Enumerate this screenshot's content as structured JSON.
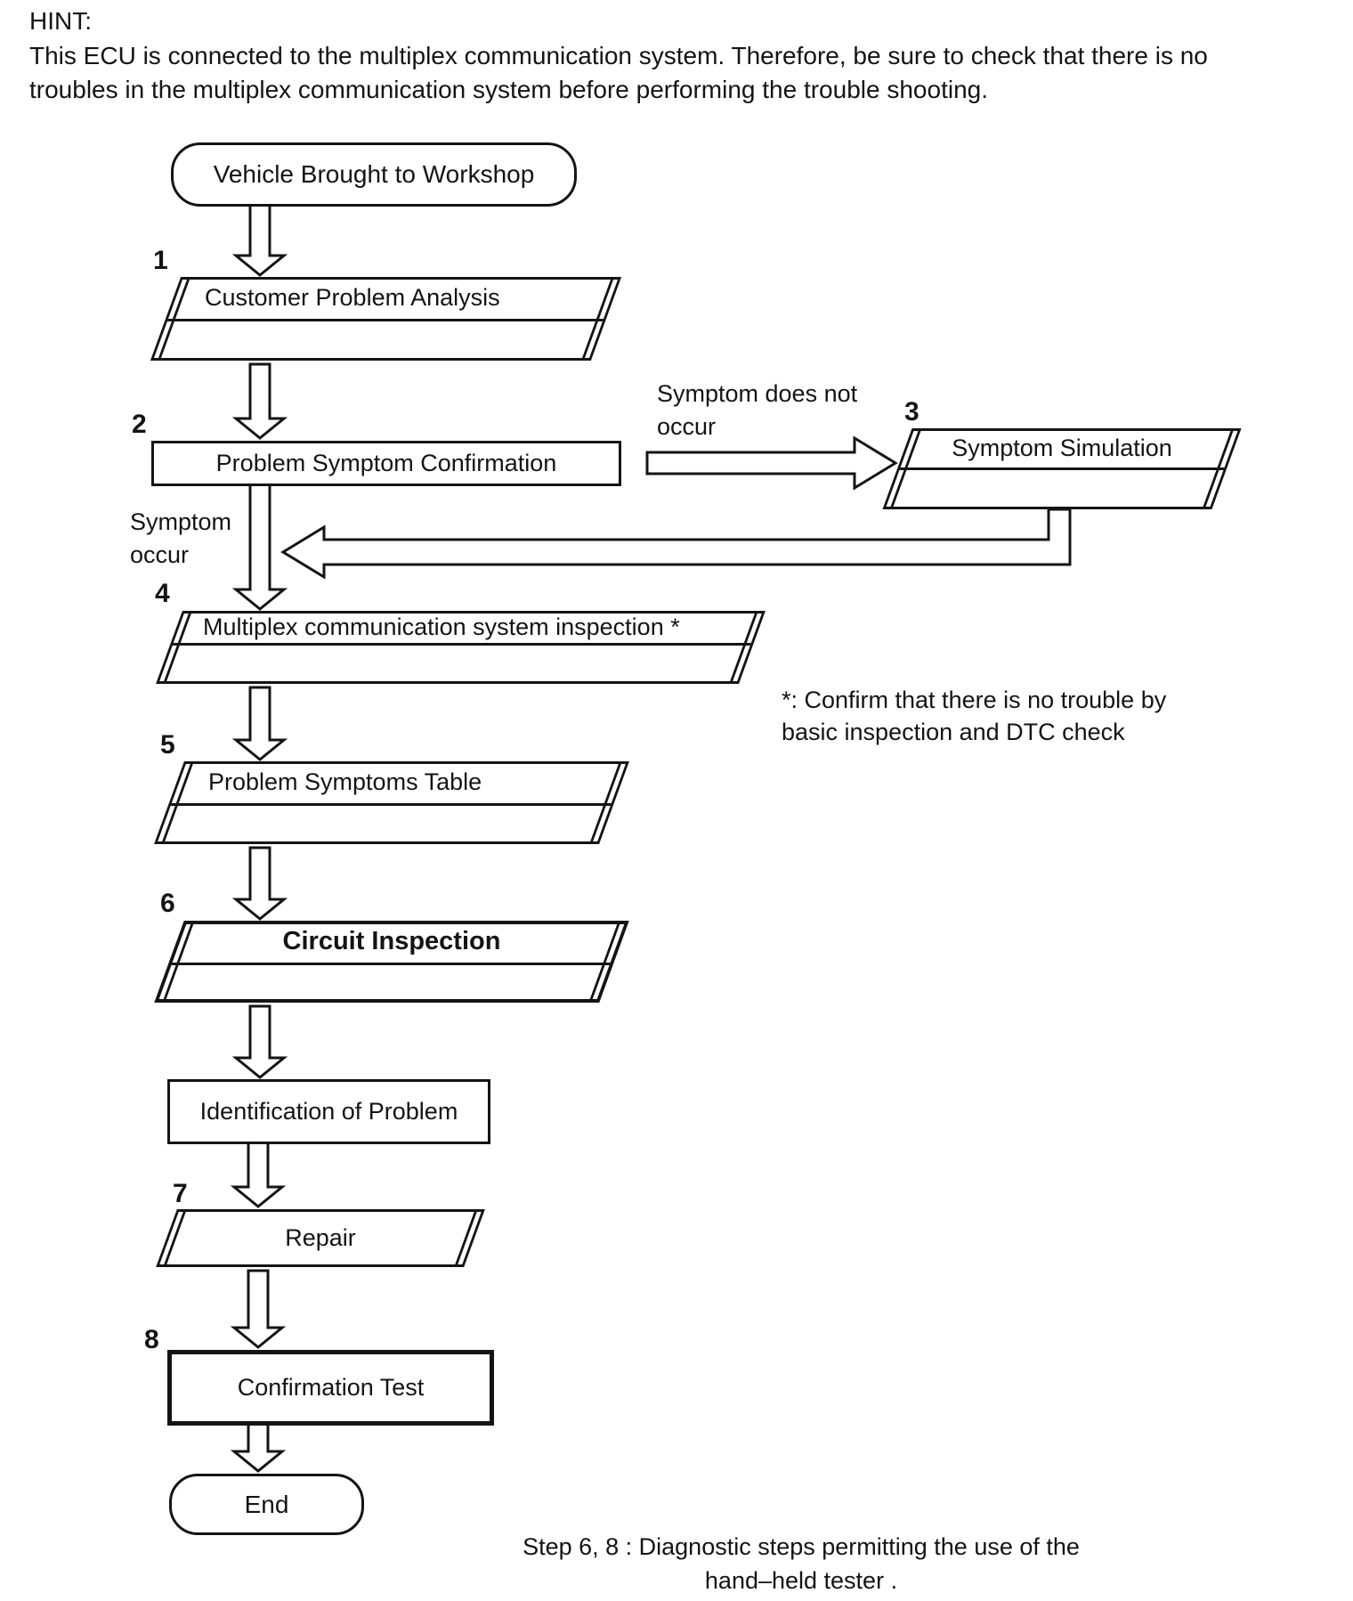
{
  "hint": {
    "label": "HINT:",
    "line1": "This ECU is connected to the multiplex communication system. Therefore, be sure to check that there is no",
    "line2": "troubles in the multiplex communication system before performing the trouble shooting."
  },
  "flowchart": {
    "start": {
      "label": "Vehicle Brought to Workshop"
    },
    "steps": [
      {
        "num": "1",
        "label": "Customer Problem Analysis"
      },
      {
        "num": "2",
        "label": "Problem Symptom Confirmation"
      },
      {
        "num": "3",
        "label": "Symptom Simulation"
      },
      {
        "num": "4",
        "label": "Multiplex communication system inspection *"
      },
      {
        "num": "5",
        "label": "Problem Symptoms Table"
      },
      {
        "num": "6",
        "label": "Circuit Inspection"
      },
      {
        "num": "",
        "label": "Identification of Problem"
      },
      {
        "num": "7",
        "label": "Repair"
      },
      {
        "num": "8",
        "label": "Confirmation Test"
      }
    ],
    "end": {
      "label": "End"
    },
    "edge_labels": {
      "no_symptom_line1": "Symptom does not",
      "no_symptom_line2": "occur",
      "symptom_line1": "Symptom",
      "symptom_line2": "occur"
    },
    "footnote_line1": "*: Confirm that there is no trouble by",
    "footnote_line2": "basic inspection and DTC check"
  },
  "caption": {
    "line1": "Step 6, 8 : Diagnostic steps permitting the use of the",
    "line2": "hand–held tester ."
  }
}
